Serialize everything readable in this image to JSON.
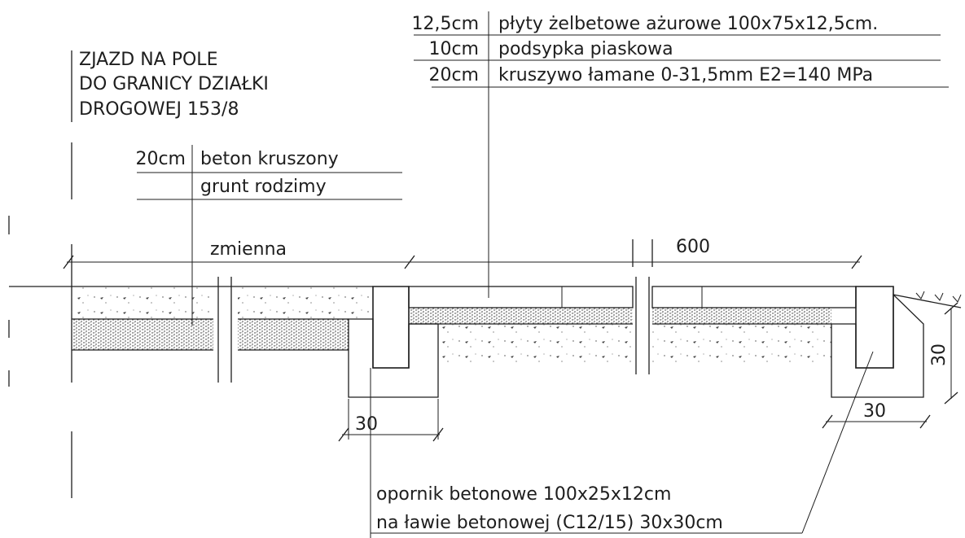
{
  "top_layers": [
    {
      "thickness": "12,5cm",
      "material": "płyty żelbetowe ażurowe 100x75x12,5cm."
    },
    {
      "thickness": "10cm",
      "material": "podsypka piaskowa"
    },
    {
      "thickness": "20cm",
      "material": "kruszywo łamane 0-31,5mm E2=140 MPa"
    }
  ],
  "title_lines": [
    "ZJAZD NA POLE",
    "DO GRANICY DZIAŁKI",
    "DROGOWEJ 153/8"
  ],
  "left_layers": [
    {
      "thickness": "20cm",
      "material": "beton kruszony"
    },
    {
      "thickness": "",
      "material": "grunt rodzimy"
    }
  ],
  "dimensions": {
    "variable": "zmienna",
    "width": "600",
    "left_footing": "30",
    "right_footing_width": "30",
    "right_footing_height": "30"
  },
  "curb_note": [
    "opornik betonowe 100x25x12cm",
    "na ławie betonowej (C12/15) 30x30cm"
  ]
}
